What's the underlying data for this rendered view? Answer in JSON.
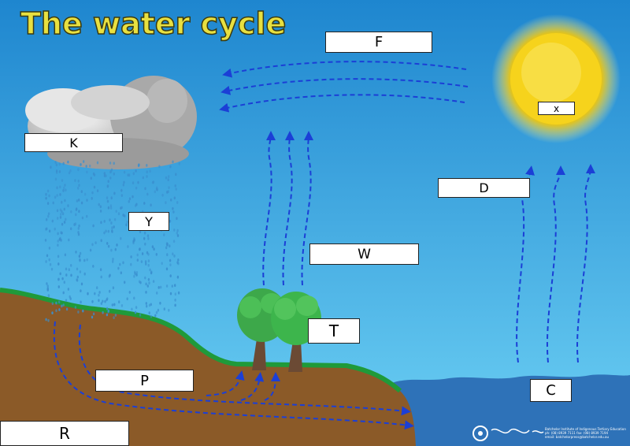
{
  "title": "The water cycle",
  "labels": {
    "f": "F",
    "x": "x",
    "k": "K",
    "y": "Y",
    "d": "D",
    "w": "W",
    "t": "T",
    "p": "P",
    "c": "C",
    "r": "R"
  },
  "footer": {
    "line1": "Batchelor Institute of Indigenous Tertiary Education",
    "line2": "ph: (08) 8939 7111 fax: (08) 8939 7194",
    "line3": "email: batchelorpress@batchelor.edu.au"
  },
  "colors": {
    "sky_top": "#1e86cf",
    "sky_bottom": "#6cc9ef",
    "ground": "#8b5a28",
    "grass": "#1f9a3a",
    "water": "#2e72b8",
    "arrow": "#1b3fd6",
    "sun": "#f5d21a",
    "title": "#e8e040"
  }
}
